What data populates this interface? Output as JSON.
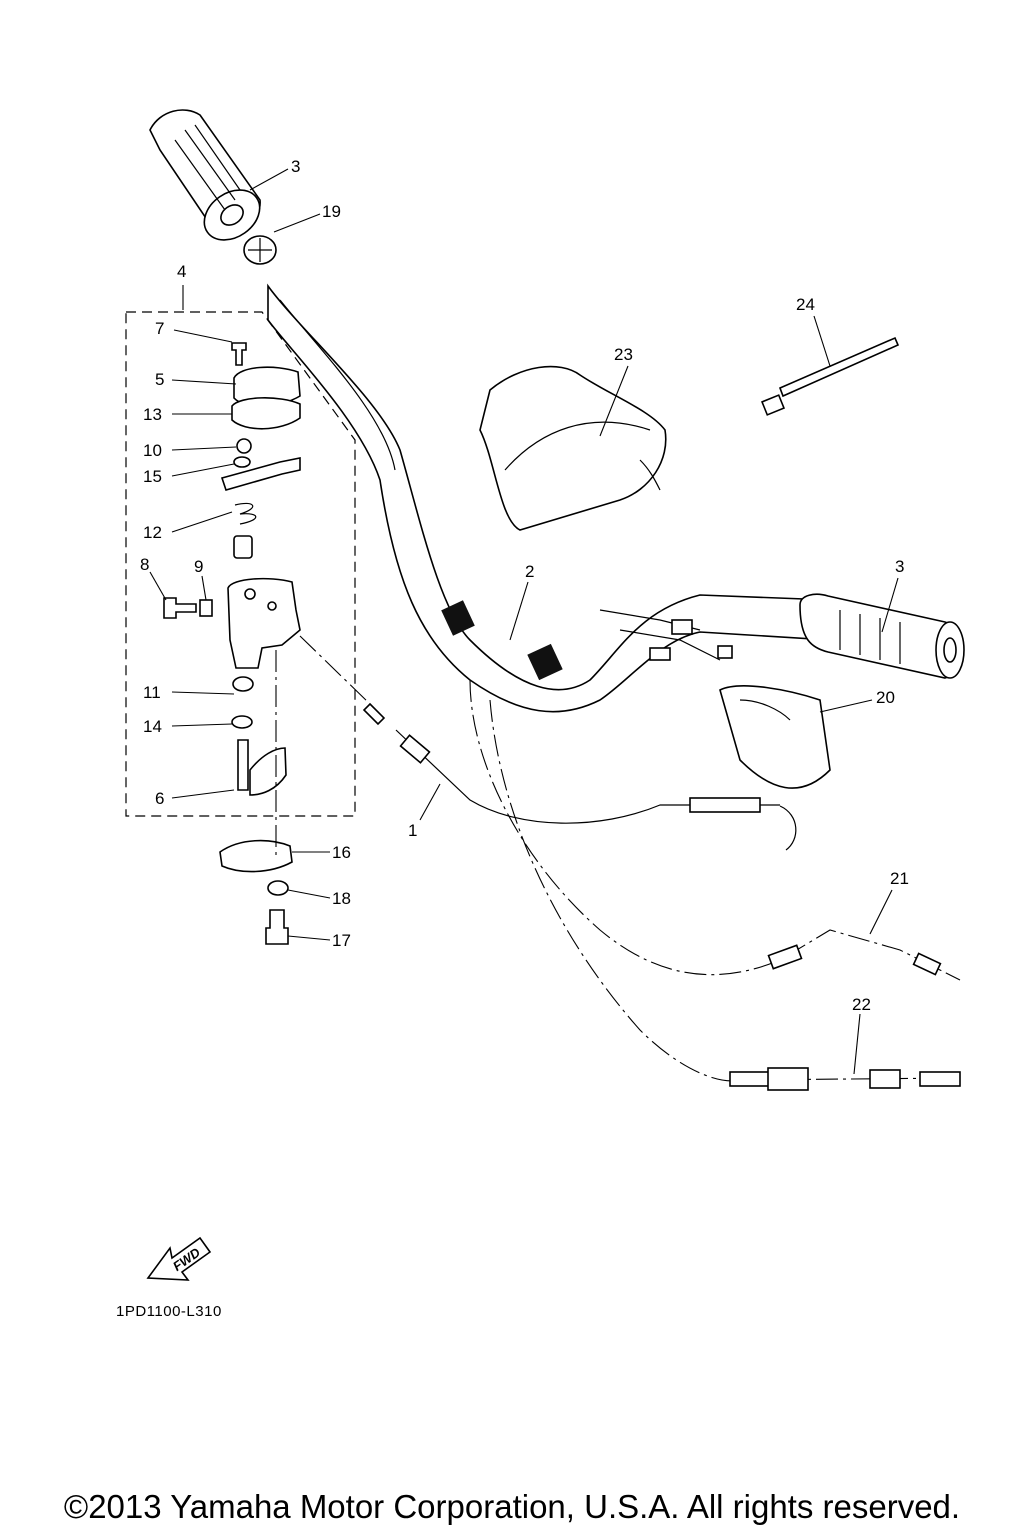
{
  "diagram": {
    "callouts": [
      "1",
      "2",
      "3",
      "3",
      "4",
      "5",
      "6",
      "7",
      "8",
      "9",
      "10",
      "11",
      "12",
      "13",
      "14",
      "15",
      "16",
      "17",
      "18",
      "19",
      "20",
      "21",
      "22",
      "23",
      "24"
    ],
    "direction_mark": "FWD",
    "diagram_code": "1PD1100-L310"
  },
  "footer": {
    "copyright": "©2013 Yamaha Motor Corporation, U.S.A. All rights reserved."
  }
}
